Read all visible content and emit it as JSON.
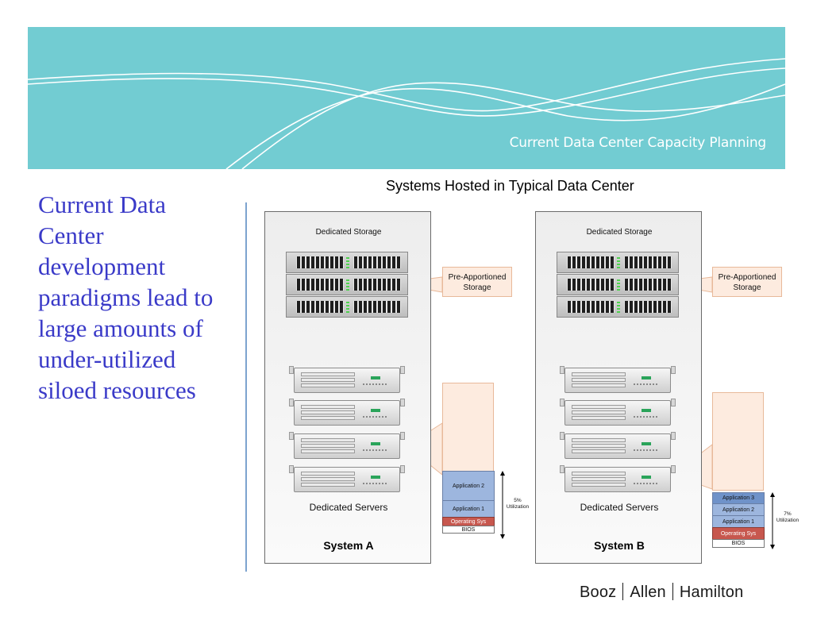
{
  "banner": {
    "title": "Current Data Center Capacity Planning"
  },
  "headline": "Current Data Center development paradigms lead to large amounts of under-utilized siloed resources",
  "diagram": {
    "title": "Systems Hosted in Typical Data Center",
    "systems": [
      {
        "name": "System A",
        "storage_label": "Dedicated Storage",
        "servers_label": "Dedicated Servers",
        "callout_label": "Pre-Apportioned Storage",
        "utilization_label": "5% Utilization",
        "stack": [
          "Application 2",
          "Application 1",
          "Operating Sys",
          "BIOS"
        ]
      },
      {
        "name": "System B",
        "storage_label": "Dedicated Storage",
        "servers_label": "Dedicated Servers",
        "callout_label": "Pre-Apportioned Storage",
        "utilization_label": "7% Utilization",
        "stack": [
          "Application 3",
          "Application 2",
          "Application 1",
          "Operating Sys",
          "BIOS"
        ]
      }
    ]
  },
  "logo": {
    "part1": "Booz",
    "part2": "Allen",
    "part3": "Hamilton"
  },
  "colors": {
    "banner": "#72ccd2",
    "headline": "#3a3ac8",
    "operating_sys": "#c7574e",
    "application": "#9db6de",
    "callout": "#fdebdf"
  }
}
